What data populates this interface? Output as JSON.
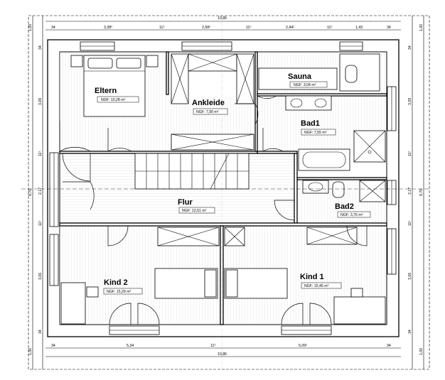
{
  "rooms": {
    "eltern": {
      "name": "Eltern",
      "area": "NGF: 10,28 m²"
    },
    "ankleide": {
      "name": "Ankleide",
      "area": "NGF: 7,90 m²"
    },
    "sauna": {
      "name": "Sauna",
      "area": "NGF: 3,04 m²"
    },
    "bad1": {
      "name": "Bad1",
      "area": "NGF: 7,55 m²"
    },
    "flur": {
      "name": "Flur",
      "area": "NGF: 12,61 m²"
    },
    "bad2": {
      "name": "Bad2",
      "area": "NGF: 3,76 m²"
    },
    "kind2": {
      "name": "Kind 2",
      "area": "NGF: 15,29 m²"
    },
    "kind1": {
      "name": "Kind 1",
      "area": "NGF: 15,45 m²"
    }
  },
  "dimensions": {
    "top_total": "10,86",
    "top": [
      "34",
      "3,38⁵",
      "11⁵",
      "2,58⁵",
      "11⁵",
      "2,44⁵",
      "11⁵",
      "1,43",
      "34"
    ],
    "bottom": [
      "34",
      "5,34",
      "11⁵",
      "5,09⁵",
      "34"
    ],
    "bottom_total": "10,86",
    "left": [
      "1,00",
      "34",
      "3,09",
      "11⁵",
      "2,17",
      "11⁵",
      "3,06",
      "34",
      "1,00"
    ],
    "left_total": "9,70",
    "right": [
      "1,00",
      "34",
      "3,09",
      "11⁵",
      "2,17",
      "11⁵",
      "3,06",
      "34",
      "1,00"
    ],
    "right_total": "9,70"
  }
}
